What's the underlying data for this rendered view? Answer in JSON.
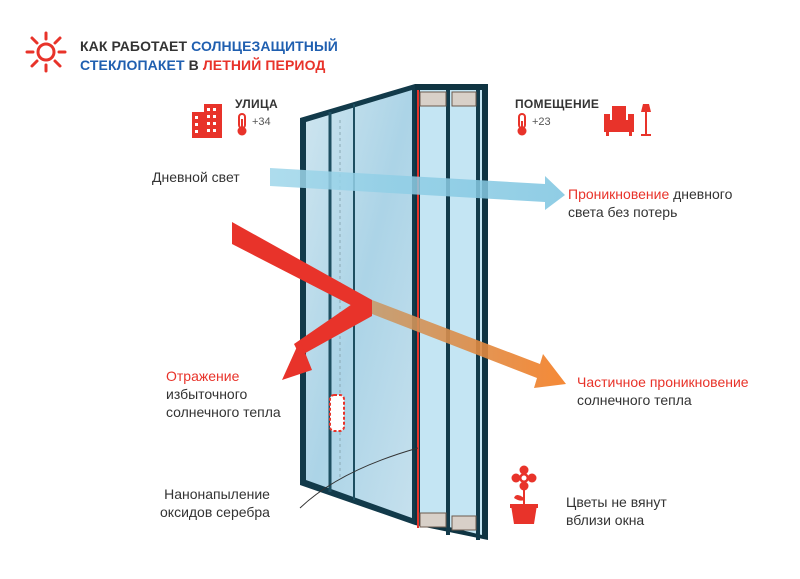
{
  "title": {
    "line1_dark": "КАК РАБОТАЕТ ",
    "line1_blue": "СОЛНЦЕЗАЩИТНЫЙ",
    "line2_blue": "СТЕКЛОПАКЕТ",
    "line2_dark": " В ",
    "line2_red": "ЛЕТНИЙ ПЕРИОД"
  },
  "outside": {
    "label": "УЛИЦА",
    "temperature": "+34"
  },
  "inside": {
    "label": "ПОМЕЩЕНИЕ",
    "temperature": "+23"
  },
  "daylight": {
    "label": "Дневной свет",
    "result_highlight": "Проникновение",
    "result_rest_line1": " дневного",
    "result_line2": "света без потерь"
  },
  "reflection": {
    "highlight": "Отражение",
    "line2": "избыточного",
    "line3": "солнечного тепла"
  },
  "partial": {
    "highlight": "Частичное проникновение",
    "line2": "солнечного тепла"
  },
  "coating": {
    "line1": "Нанонапыление",
    "line2": "оксидов серебра"
  },
  "flowers": {
    "line1": "Цветы не вянут",
    "line2": "вблизи окна"
  },
  "colors": {
    "accent_red": "#e8332a",
    "title_blue": "#1f5fb0",
    "daylight_blue": "#8ecde6",
    "heat_orange": "#f47c20",
    "frame_dark": "#123a4a",
    "glass": "#bfe3f3"
  },
  "icons": [
    "sun-icon",
    "building-icon",
    "thermometer-icon",
    "sofa-icon",
    "floor-lamp-icon",
    "flower-pot-icon"
  ]
}
